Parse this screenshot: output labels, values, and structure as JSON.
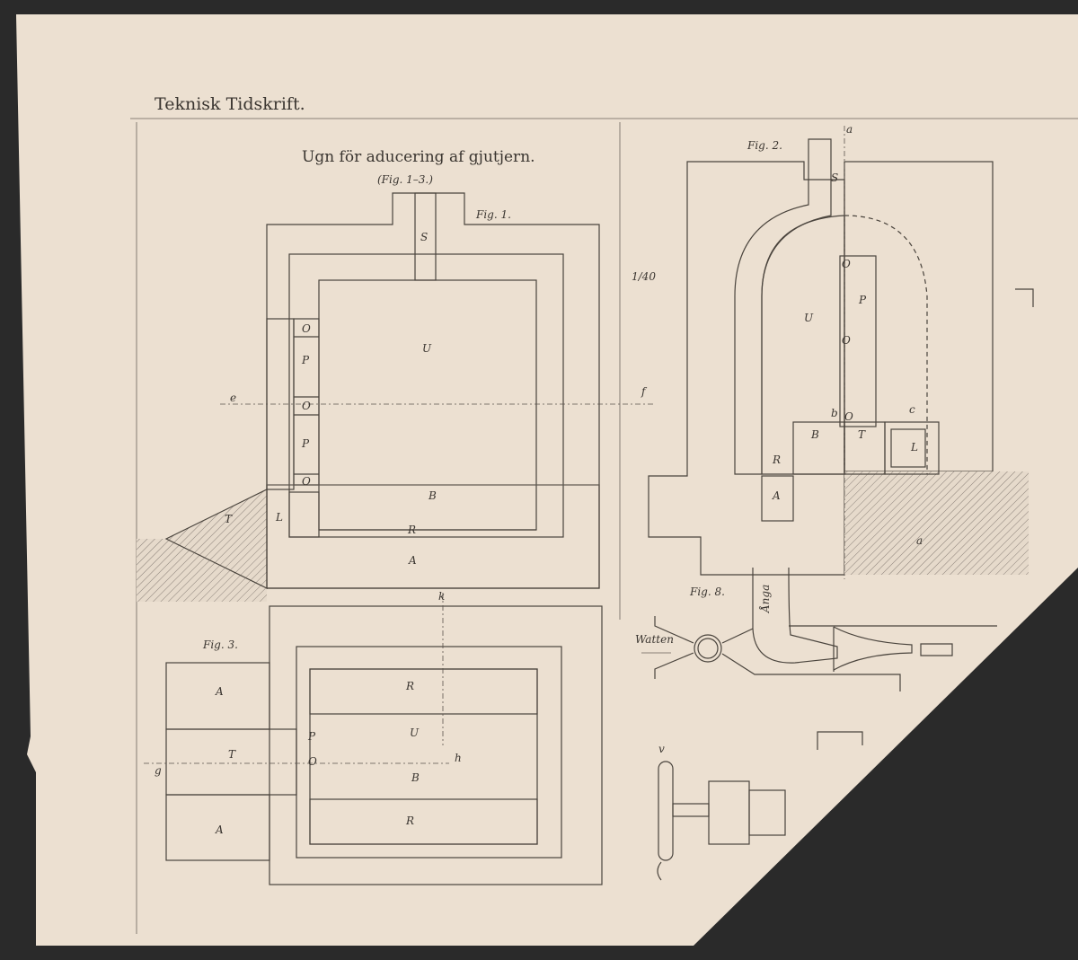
{
  "header": "Teknisk Tidskrift.",
  "title": "Ugn för aducering af gjutjern.",
  "subtitle": "(Fig. 1–3.)",
  "scale": "1/40",
  "fig1": {
    "label": "Fig. 1.",
    "S": "S",
    "U": "U",
    "O1": "O",
    "P1": "P",
    "O2": "O",
    "P2": "P",
    "O3": "O",
    "B": "B",
    "R": "R",
    "A": "A",
    "T": "T",
    "L": "L",
    "e": "e",
    "f": "f"
  },
  "fig2": {
    "label": "Fig. 2.",
    "a_top": "a",
    "S": "S",
    "U": "U",
    "P": "P",
    "O1": "O",
    "O2": "O",
    "O3": "O",
    "b": "b",
    "c": "c",
    "B": "B",
    "T": "T",
    "L": "L",
    "R": "R",
    "A": "A",
    "a_bottom": "a"
  },
  "fig3": {
    "label": "Fig. 3.",
    "k": "k",
    "A1": "A",
    "T": "T",
    "A2": "A",
    "R1": "R",
    "U": "U",
    "P": "P",
    "O": "O",
    "B": "B",
    "R2": "R",
    "g": "g",
    "h": "h"
  },
  "fig8": {
    "label": "Fig. 8.",
    "steam": "Ånga",
    "water": "Watten",
    "v": "v"
  }
}
